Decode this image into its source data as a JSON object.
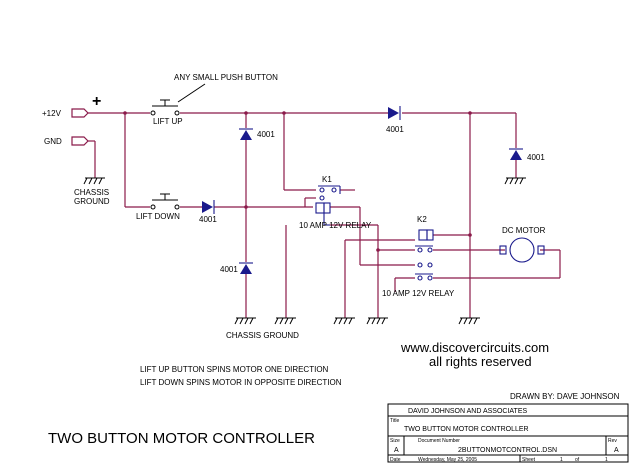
{
  "labels": {
    "plus12v": "+12V",
    "gnd": "GND",
    "plus_sign": "+",
    "chassis_ground_left_1": "CHASSIS",
    "chassis_ground_left_2": "GROUND",
    "chassis_ground_bottom": "CHASSIS GROUND",
    "push_button_note": "ANY SMALL PUSH BUTTON",
    "lift_up": "LIFT UP",
    "lift_down": "LIFT DOWN",
    "diode_top_mid": "4001",
    "diode_top_right": "4001",
    "diode_right": "4001",
    "diode_lift_down": "4001",
    "diode_lower_mid": "4001",
    "relay_k1": "K1",
    "relay_k1_desc": "10 AMP 12V RELAY",
    "relay_k2": "K2",
    "relay_k2_desc": "10 AMP 12V RELAY",
    "dc_motor": "DC MOTOR",
    "website": "www.discovercircuits.com",
    "rights": "all rights reserved",
    "note_line_1": "LIFT UP BUTTON SPINS MOTOR ONE DIRECTION",
    "note_line_2": "LIFT DOWN SPINS MOTOR IN OPPOSITE DIRECTION",
    "drawn_by": "DRAWN BY:  DAVE JOHNSON",
    "main_title": "TWO BUTTON MOTOR CONTROLLER"
  },
  "title_block": {
    "company": "DAVID JOHNSON AND ASSOCIATES",
    "title_label": "Title",
    "title_value": "TWO BUTTON MOTOR CONTROLLER",
    "size_label": "Size",
    "size_value": "A",
    "docnum_label": "Document Number",
    "docnum_value": "2BUTTONMOTCONTROL.DSN",
    "rev_label": "Rev",
    "rev_value": "A",
    "date_label": "Date",
    "date_value": "Wednesday, May 25, 2005",
    "sheet_label": "Sheet",
    "sheet_value": "1",
    "of_label": "of",
    "of_value": "1"
  },
  "colors": {
    "wire": "#8b1a4a",
    "component": "#1a1a8c",
    "ground": "#000000"
  }
}
